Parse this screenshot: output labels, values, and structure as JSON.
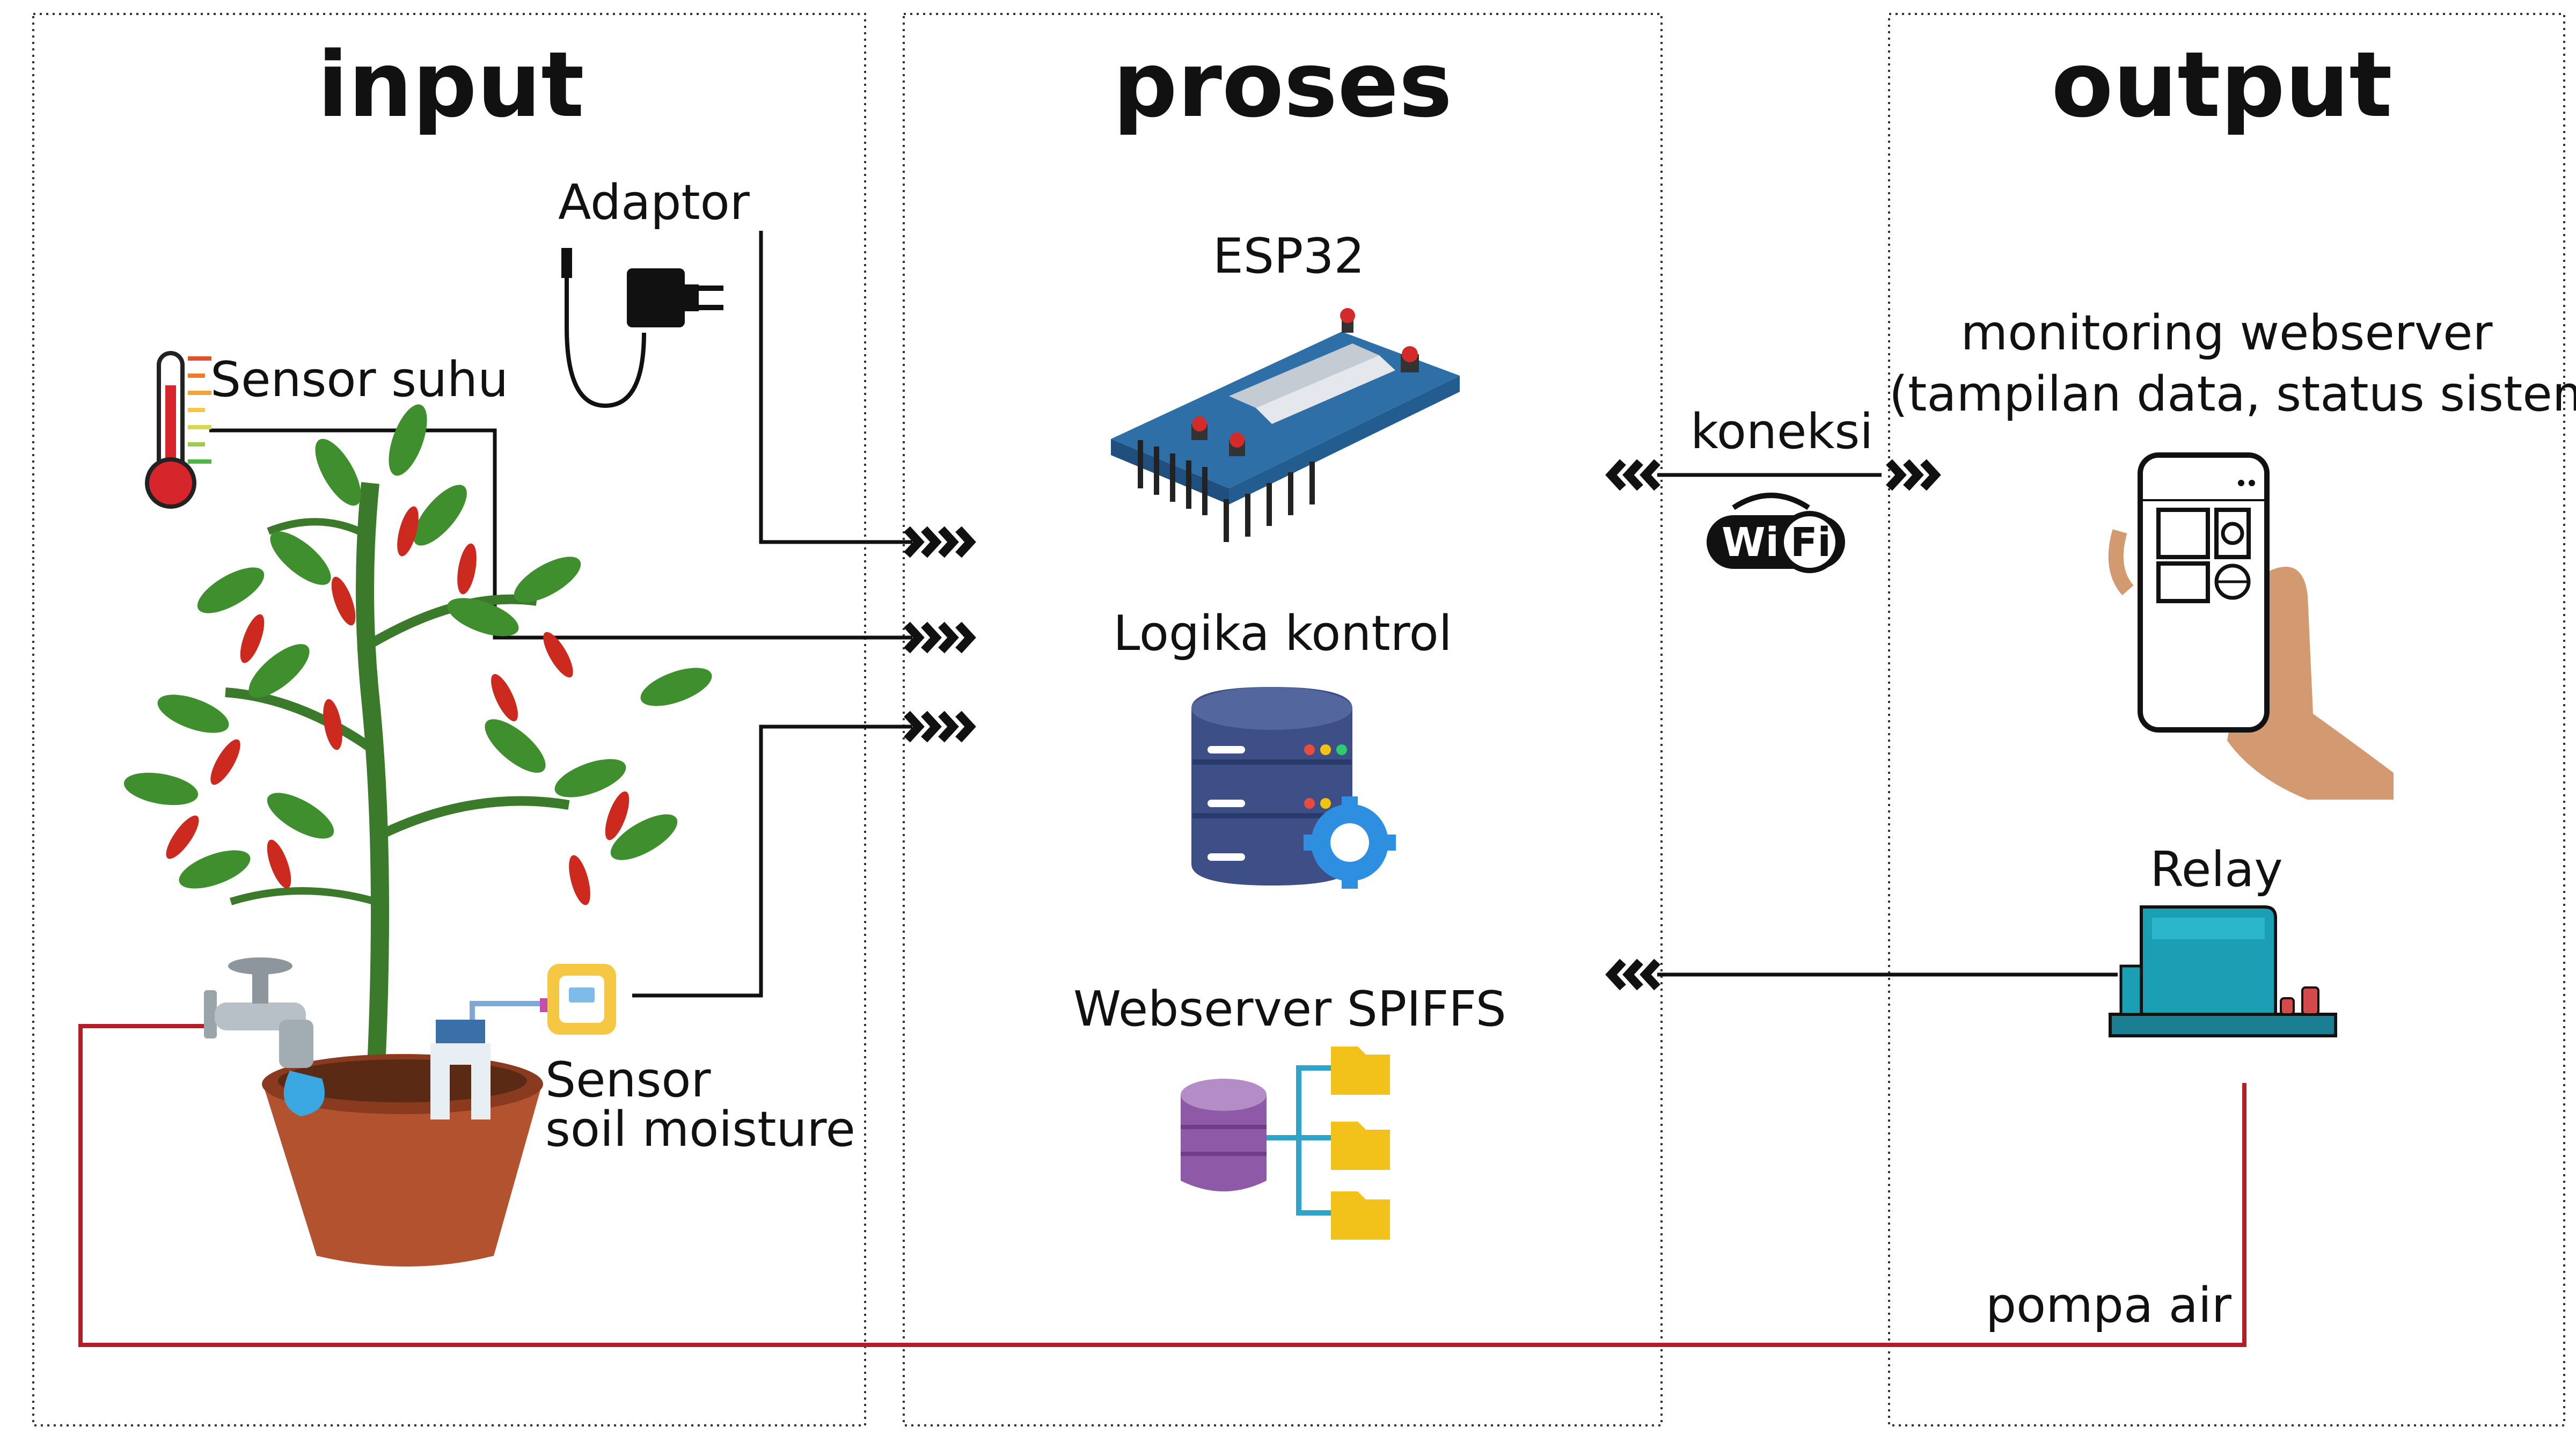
{
  "sections": {
    "input": "input",
    "proses": "proses",
    "output": "output"
  },
  "input": {
    "adaptor": "Adaptor",
    "sensor_suhu": "Sensor suhu",
    "sensor_soil_line1": "Sensor",
    "sensor_soil_line2": "soil moisture"
  },
  "proses": {
    "esp32": "ESP32",
    "logika_kontrol": "Logika kontrol",
    "webserver_spiffs": "Webserver SPIFFS"
  },
  "connection": {
    "koneksi": "koneksi",
    "wifi_logo_left": "Wi",
    "wifi_logo_right": "Fi"
  },
  "output": {
    "monitoring_line1": "monitoring webserver",
    "monitoring_line2": "(tampilan data, status sistem)",
    "relay": "Relay",
    "pompa_air": "pompa air"
  },
  "colors": {
    "pump_line": "#b41e26",
    "wire": "#111111",
    "esp_board": "#2f6fa8",
    "server": "#3d4f86",
    "folder": "#f2c21b",
    "db": "#8e5aa8",
    "relay": "#1a9fb5",
    "pot": "#b3522f"
  },
  "icons": [
    "thermometer-icon",
    "adaptor-icon",
    "plant-icon",
    "faucet-icon",
    "soil-sensor-icon",
    "esp32-board-icon",
    "server-gear-icon",
    "database-folders-icon",
    "wifi-logo-icon",
    "phone-hand-icon",
    "relay-icon",
    "arrow-chevrons-icon"
  ]
}
